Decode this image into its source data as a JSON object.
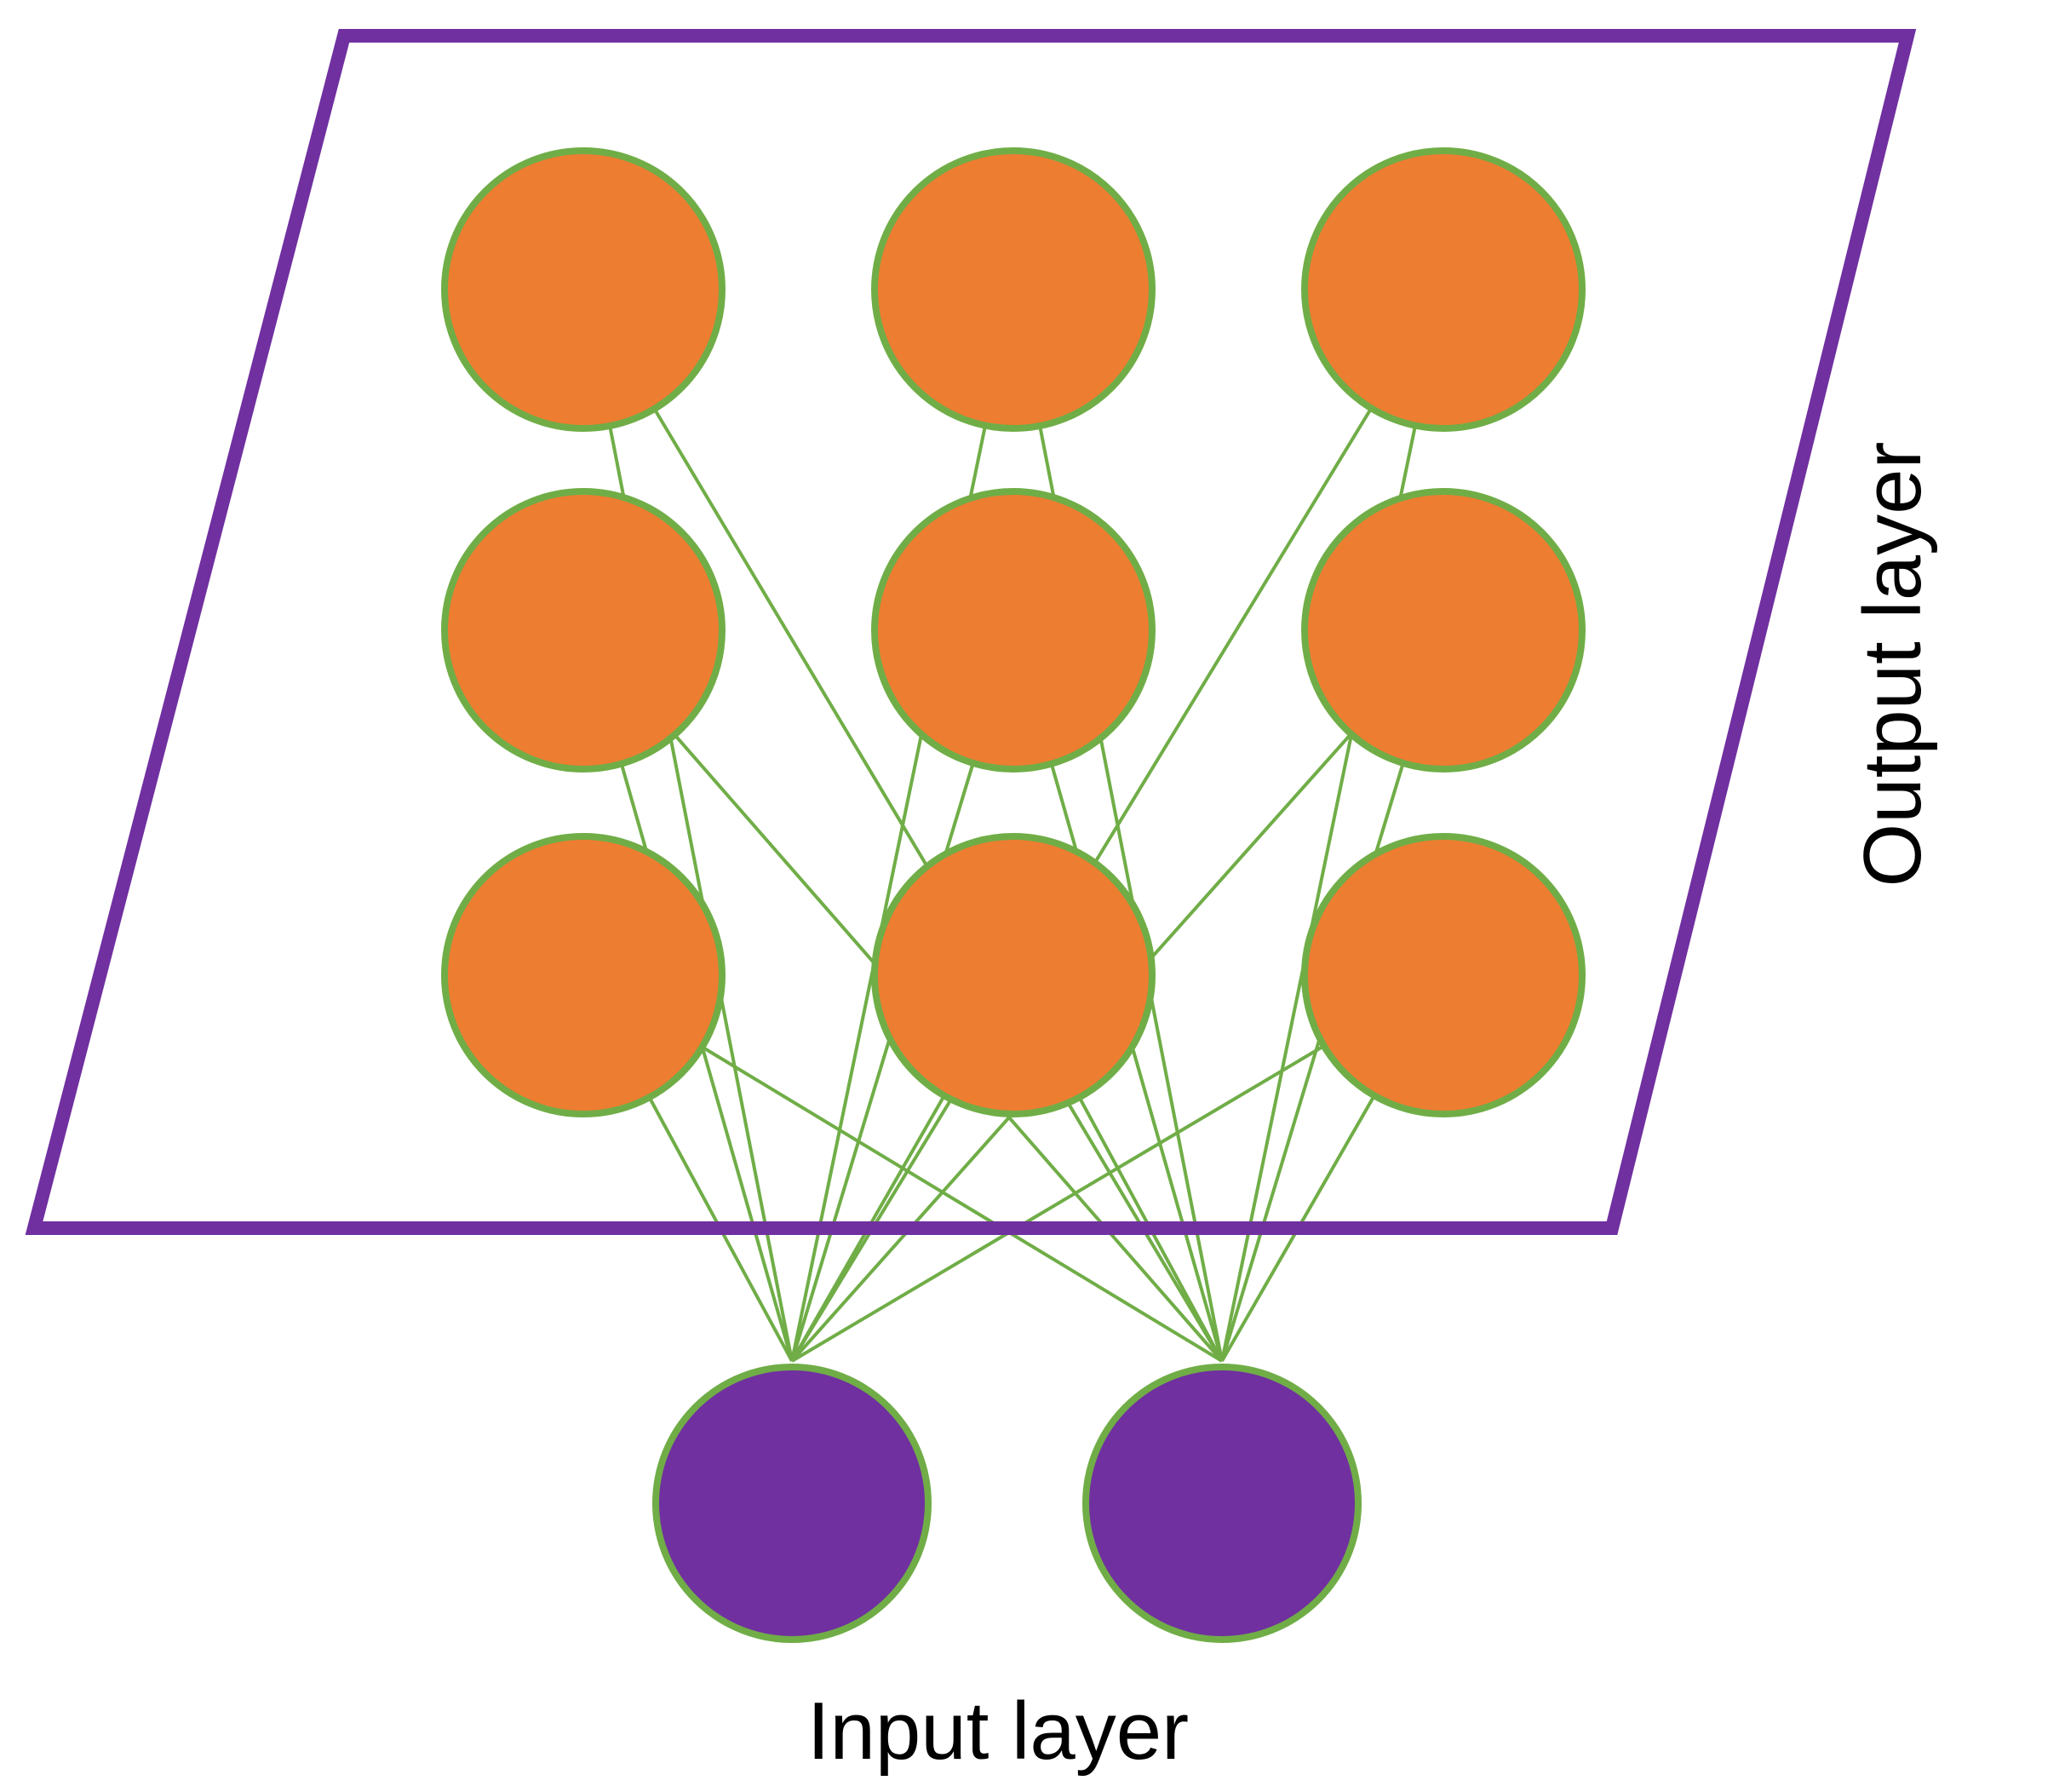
{
  "labels": {
    "output_layer": "Output layer",
    "input_layer": "Input layer"
  },
  "colors": {
    "frame": "#7030a0",
    "output_node_fill": "#ed7d31",
    "input_node_fill": "#7030a0",
    "node_outline": "#70ad47",
    "connection": "#70ad47",
    "text": "#000000"
  },
  "output_grid": {
    "rows": 3,
    "columns": 3
  },
  "input_node_count": 2
}
